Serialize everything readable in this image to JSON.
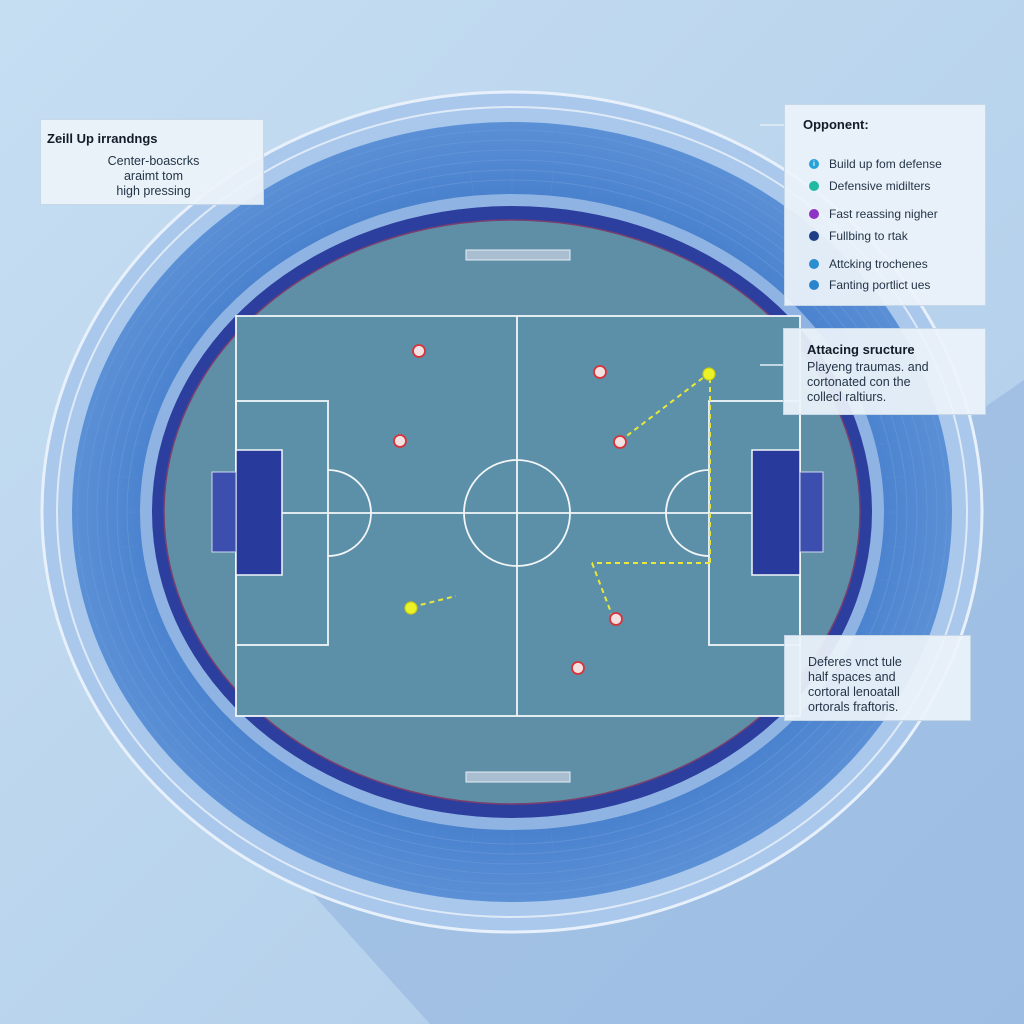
{
  "panels": {
    "buildup": {
      "title": "Zeill Up irrandngs",
      "text": [
        "Center-boascrks",
        "araimt tom",
        "high pressing"
      ]
    },
    "opponent": {
      "title": "Opponent:",
      "items": [
        {
          "label": "Build up fom defense",
          "color": "#27a2d8",
          "icon": "info-icon"
        },
        {
          "label": "Defensive midilters",
          "color": "#21b9a0",
          "icon": "circle-icon"
        },
        {
          "label": "Fast reassing nigher",
          "color": "#8e33c4",
          "icon": "circle-icon"
        },
        {
          "label": "Fullbing to rtak",
          "color": "#1e3f86",
          "icon": "circle-icon"
        },
        {
          "label": "Attcking trochenes",
          "color": "#2b8fcf",
          "icon": "circle-icon"
        },
        {
          "label": "Fanting portlict ues",
          "color": "#2a86cc",
          "icon": "circle-icon"
        }
      ]
    },
    "attack": {
      "title": "Attacing sructure",
      "text": [
        "Playeng traumas. and",
        "cortonated con the",
        "collecl raltiurs."
      ]
    },
    "defense": {
      "text": [
        "Deferes vnct tule",
        "half spaces and",
        "cortoral lenoatall",
        "ortorals fraftoris."
      ]
    }
  },
  "colors": {
    "background": "#b9d6ef",
    "stadium_outer": "#4d86d2",
    "stadium_inner": "#2a3f9c",
    "pitch": "#5b8ea6",
    "goal_area": "#2b3a9e",
    "player_marker": "#f3e2e2",
    "player_marker_ring": "#d9333a",
    "key_player": "#ebf227",
    "movement_line": "#e8e83a"
  },
  "players": {
    "markers": 8,
    "highlighted": 2
  }
}
